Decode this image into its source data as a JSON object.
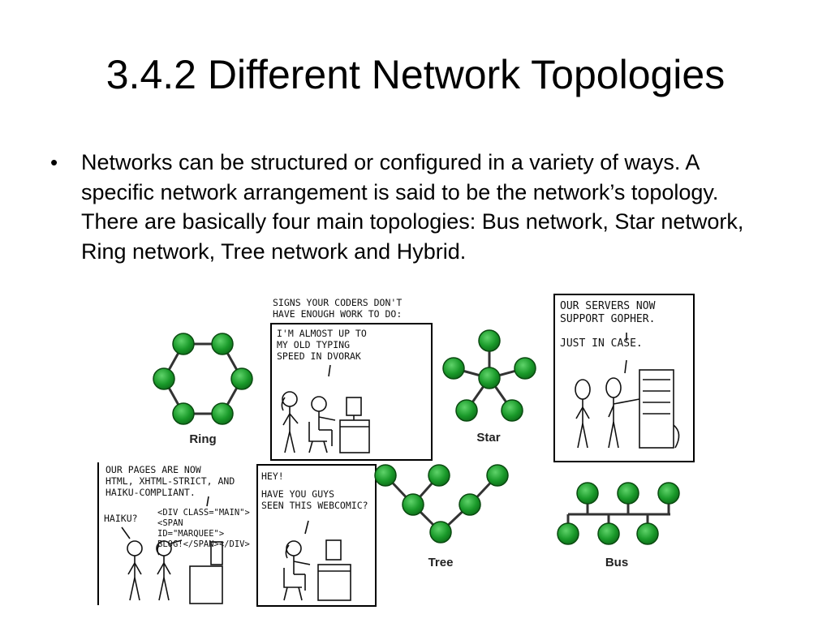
{
  "slide": {
    "title": "3.4.2 Different Network Topologies",
    "bullet": "Networks can be structured or configured in a variety of ways. A specific network arrangement is said to be the network’s topology. There are basically four main topologies: Bus network, Star network, Ring network, Tree network and Hybrid."
  },
  "diagrams": {
    "ring_label": "Ring",
    "star_label": "Star",
    "tree_label": "Tree",
    "bus_label": "Bus",
    "node_color": "#1a9a2a"
  },
  "comics": {
    "coders_caption_1": "SIGNS YOUR CODERS DON'T",
    "coders_caption_2": "HAVE ENOUGH WORK TO DO:",
    "coders_line_1": "I'M ALMOST UP TO",
    "coders_line_2": "MY OLD TYPING",
    "coders_line_3": "SPEED IN DVORAK",
    "gopher_line_1": "OUR SERVERS NOW",
    "gopher_line_2": "SUPPORT GOPHER.",
    "gopher_line_3": "JUST IN CASE.",
    "haiku_line_1": "OUR PAGES ARE NOW",
    "haiku_line_2": "HTML, XHTML-STRICT, AND",
    "haiku_line_3": "HAIKU-COMPLIANT.",
    "haiku_question": "HAIKU?",
    "haiku_code_1": "<DIV CLASS=\"MAIN\">",
    "haiku_code_2": "<SPAN ID=\"MARQUEE\">",
    "haiku_code_3": "BLOG!</SPAN></DIV>",
    "hey_line_1": "HEY!",
    "hey_line_2": "HAVE YOU GUYS",
    "hey_line_3": "SEEN THIS WEBCOMIC?"
  }
}
